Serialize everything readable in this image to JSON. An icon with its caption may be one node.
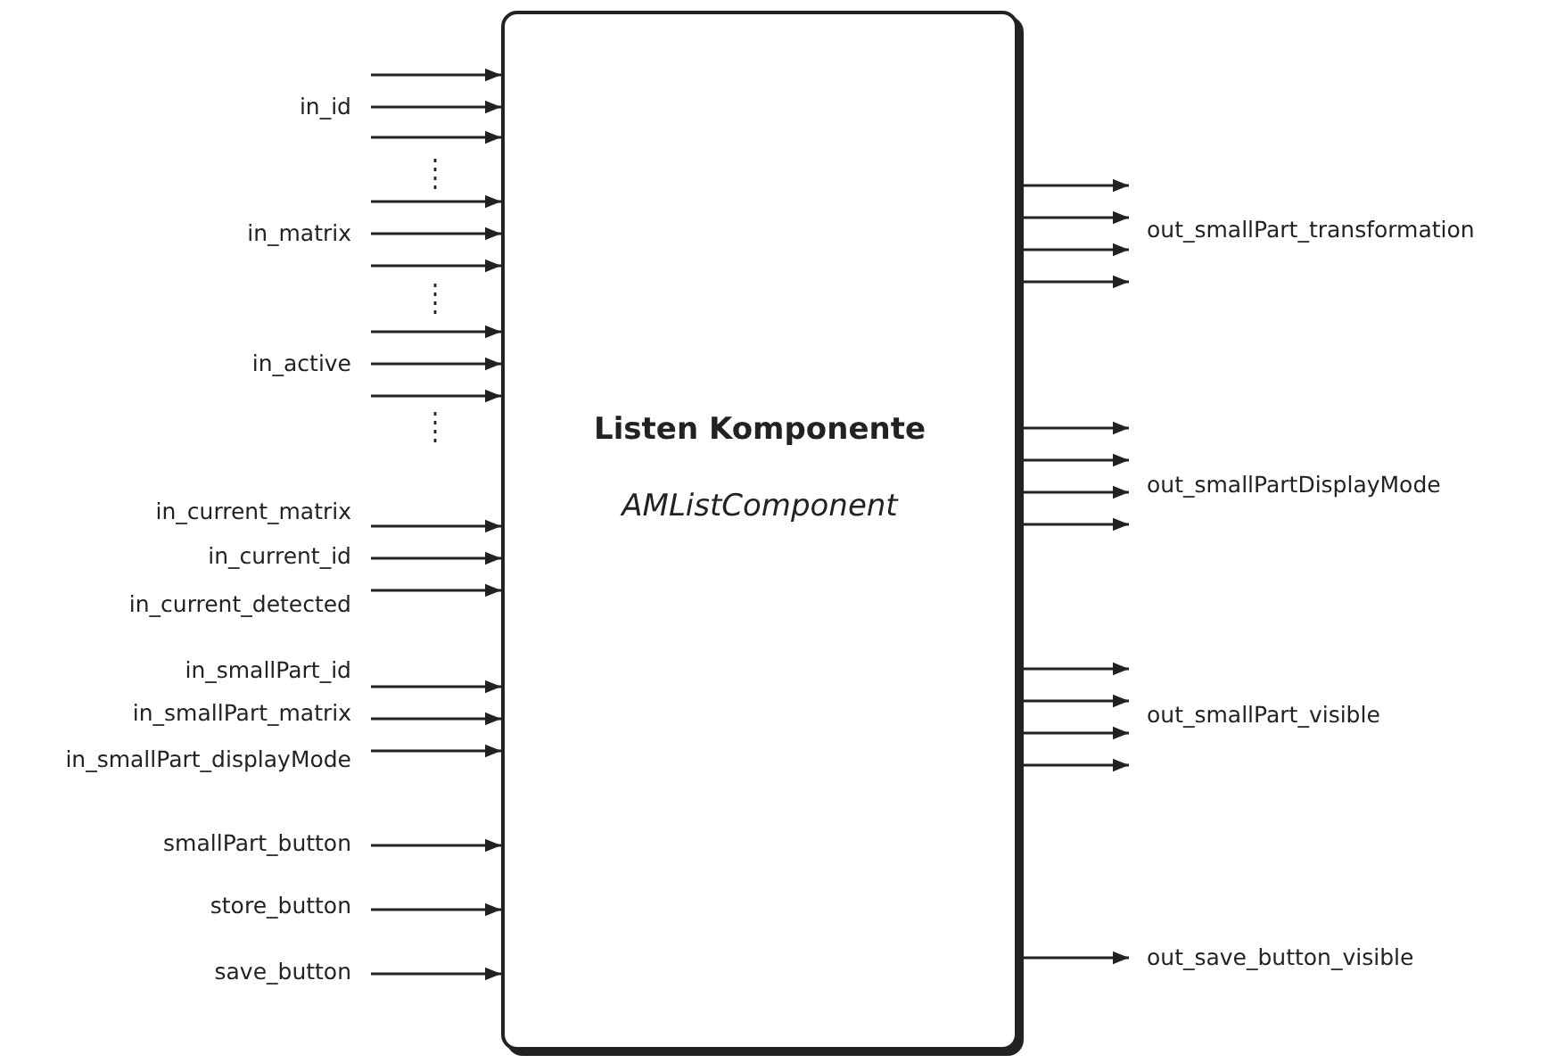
{
  "diagram": {
    "nodes": [
      {
        "text": [
          "Listen Komponente",
          "AMListComponent"
        ]
      },
      {
        "text": [
          "in_id"
        ]
      },
      {
        "text": [
          "in_matrix"
        ]
      },
      {
        "text": [
          "in_active"
        ]
      },
      {
        "text": [
          "in_current_matrix"
        ]
      },
      {
        "text": [
          "in_current_id"
        ]
      },
      {
        "text": [
          "in_current_detected"
        ]
      },
      {
        "text": [
          "in_smallPart_id"
        ]
      },
      {
        "text": [
          "in_smallPart_matrix"
        ]
      },
      {
        "text": [
          "in_smallPart_displayMode"
        ]
      },
      {
        "text": [
          "smallPart_button"
        ]
      },
      {
        "text": [
          "store_button"
        ]
      },
      {
        "text": [
          "save_button"
        ]
      },
      {
        "text": [
          "out_smallPart_transformation"
        ]
      },
      {
        "text": [
          "out_smallPartDisplayMode"
        ]
      },
      {
        "text": [
          "out_smallPart_visible"
        ]
      },
      {
        "text": [
          "out_save_button_visible"
        ]
      }
    ],
    "edges": [
      {
        "from": 1,
        "to": 0,
        "arrow": "to"
      },
      {
        "from": 1,
        "to": 0,
        "arrow": "to"
      },
      {
        "from": 1,
        "to": 0,
        "arrow": "to"
      },
      {
        "from": 2,
        "to": 0,
        "arrow": "to"
      },
      {
        "from": 2,
        "to": 0,
        "arrow": "to"
      },
      {
        "from": 2,
        "to": 0,
        "arrow": "to"
      },
      {
        "from": 3,
        "to": 0,
        "arrow": "to"
      },
      {
        "from": 3,
        "to": 0,
        "arrow": "to"
      },
      {
        "from": 3,
        "to": 0,
        "arrow": "to"
      },
      {
        "from": 4,
        "to": 0,
        "arrow": "to"
      },
      {
        "from": 5,
        "to": 0,
        "arrow": "to"
      },
      {
        "from": 6,
        "to": 0,
        "arrow": "to"
      },
      {
        "from": 7,
        "to": 0,
        "arrow": "to"
      },
      {
        "from": 8,
        "to": 0,
        "arrow": "to"
      },
      {
        "from": 9,
        "to": 0,
        "arrow": "to"
      },
      {
        "from": 10,
        "to": 0,
        "arrow": "to"
      },
      {
        "from": 11,
        "to": 0,
        "arrow": "to"
      },
      {
        "from": 12,
        "to": 0,
        "arrow": "to"
      },
      {
        "from": 0,
        "to": 13,
        "arrow": "to"
      },
      {
        "from": 0,
        "to": 13,
        "arrow": "to"
      },
      {
        "from": 0,
        "to": 13,
        "arrow": "to"
      },
      {
        "from": 0,
        "to": 13,
        "arrow": "to"
      },
      {
        "from": 0,
        "to": 14,
        "arrow": "to"
      },
      {
        "from": 0,
        "to": 14,
        "arrow": "to"
      },
      {
        "from": 0,
        "to": 14,
        "arrow": "to"
      },
      {
        "from": 0,
        "to": 14,
        "arrow": "to"
      },
      {
        "from": 0,
        "to": 15,
        "arrow": "to"
      },
      {
        "from": 0,
        "to": 15,
        "arrow": "to"
      },
      {
        "from": 0,
        "to": 15,
        "arrow": "to"
      },
      {
        "from": 0,
        "to": 15,
        "arrow": "to"
      },
      {
        "from": 0,
        "to": 16,
        "arrow": "to"
      }
    ]
  }
}
